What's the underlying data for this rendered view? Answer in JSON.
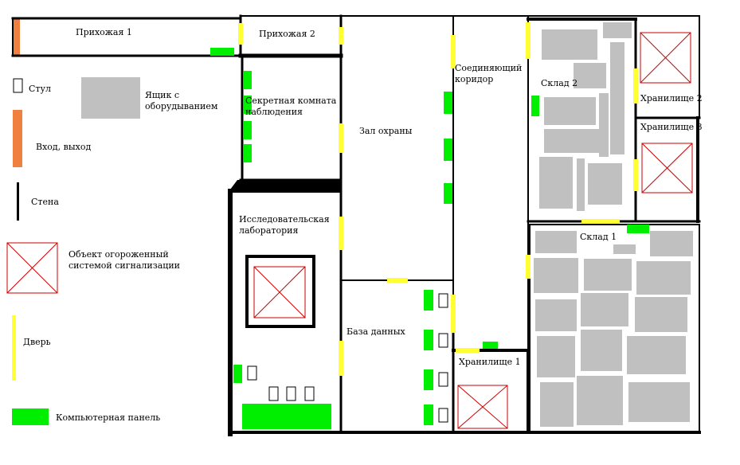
{
  "colors": {
    "wall": "#000000",
    "door": "#ffff33",
    "panel": "#00ee00",
    "entrance": "#f08040",
    "box": "#c0c0c0",
    "alarm": "#cc0000"
  },
  "rooms": {
    "hall1": "Прихожая 1",
    "hall2": "Прихожая 2",
    "secret_line1": "Секретная комната",
    "secret_line2": "наблюдения",
    "guard_hall": "Зал охраны",
    "corridor_line1": "Соединяющий",
    "corridor_line2": "коридор",
    "warehouse2": "Склад 2",
    "storage2": "Хранилище 2",
    "storage3": "Хранилище 3",
    "warehouse1": "Склад 1",
    "lab_line1": "Исследовательская",
    "lab_line2": "лаборатория",
    "database": "База данных",
    "storage1": "Хранилище 1"
  },
  "legend": {
    "chair": "Стул",
    "box_line1": "Ящик с",
    "box_line2": "оборудыванием",
    "entrance": "Вход, выход",
    "wall": "Стена",
    "alarm_line1": "Объект огороженный",
    "alarm_line2": "системой сигнализации",
    "door": "Дверь",
    "panel": "Компьютерная панель"
  },
  "icons": {
    "chair": "chair-icon",
    "box": "equipment-box-icon",
    "entrance": "entrance-exit-icon",
    "wall": "wall-icon",
    "alarm": "alarm-cross-icon",
    "door": "door-icon",
    "panel": "computer-panel-icon"
  }
}
